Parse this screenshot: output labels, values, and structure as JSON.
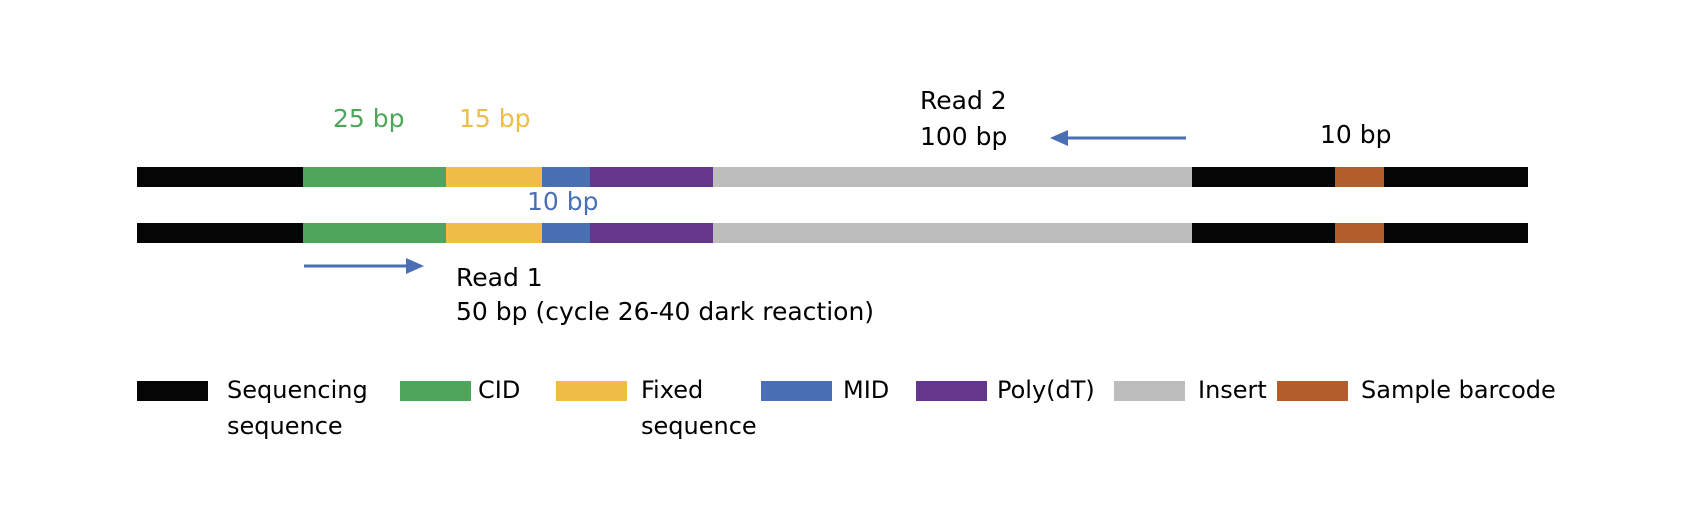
{
  "colors": {
    "sequencing": "#050505",
    "cid": "#4EA65A",
    "fixed": "#EFBD45",
    "mid": "#4A6FB5",
    "polydt": "#64378D",
    "insert": "#BDBDBD",
    "barcode": "#B25E2C",
    "arrow": "#4A6FB5"
  },
  "labels": {
    "cid_len": "25 bp",
    "fixed_len": "15 bp",
    "mid_len": "10 bp",
    "read2_title": "Read  2",
    "read2_len": "100 bp",
    "barcode_len": "10 bp",
    "read1_title": "Read 1",
    "read1_len": "50 bp  (cycle 26-40 dark reaction)"
  },
  "legend": [
    {
      "key": "sequencing",
      "label": "Sequencing\nsequence"
    },
    {
      "key": "cid",
      "label": "CID"
    },
    {
      "key": "fixed",
      "label": "Fixed\nsequence"
    },
    {
      "key": "mid",
      "label": "MID"
    },
    {
      "key": "polydt",
      "label": "Poly(dT)"
    },
    {
      "key": "insert",
      "label": "Insert"
    },
    {
      "key": "barcode",
      "label": "Sample barcode"
    }
  ]
}
